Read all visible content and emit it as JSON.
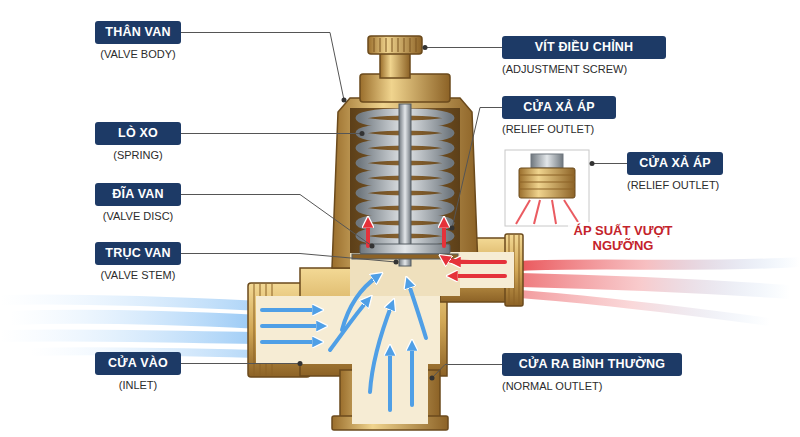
{
  "diagram": {
    "nodes": [
      {
        "text": [
          "THÂN VAN",
          "(VALVE BODY)"
        ]
      },
      {
        "text": [
          "LÒ XO",
          "(SPRING)"
        ]
      },
      {
        "text": [
          "ĐĨA VAN",
          "(VALVE DISC)"
        ]
      },
      {
        "text": [
          "TRỤC VAN",
          "(VALVE STEM)"
        ]
      },
      {
        "text": [
          "CỬA VÀO",
          "(INLET)"
        ]
      },
      {
        "text": [
          "VÍT ĐIỀU CHỈNH",
          "(ADJUSTMENT SCREW)"
        ]
      },
      {
        "text": [
          "CỬA XẢ ÁP",
          "(RELIEF OUTLET)"
        ]
      },
      {
        "text": [
          "CỬA XẢ ÁP",
          "(RELIEF OUTLET)"
        ]
      },
      {
        "text": [
          "CỬA RA BÌNH THƯỜNG",
          "(NORMAL OUTLET)"
        ]
      }
    ],
    "labels": [
      "ÁP SUẤT VƯỢT NGƯỠNG"
    ]
  }
}
